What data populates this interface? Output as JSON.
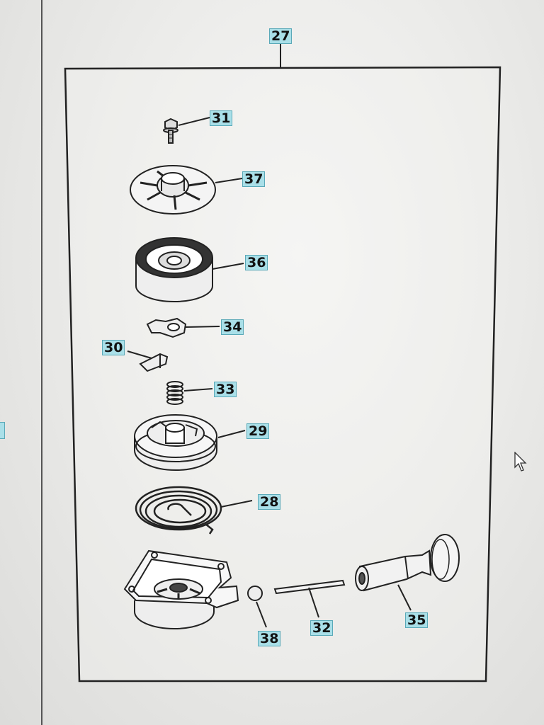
{
  "diagram": {
    "callouts": {
      "assembly": "27",
      "bolt": "31",
      "cover_plate": "37",
      "spring_cassette": "36",
      "ratchet": "34",
      "pin": "30",
      "small_spring": "33",
      "pulley": "29",
      "recoil_spring": "28",
      "housing": "",
      "ball": "38",
      "rope": "32",
      "handle": "35"
    }
  },
  "colors": {
    "callout_fill": "#a9dfe8",
    "line": "#222222"
  }
}
